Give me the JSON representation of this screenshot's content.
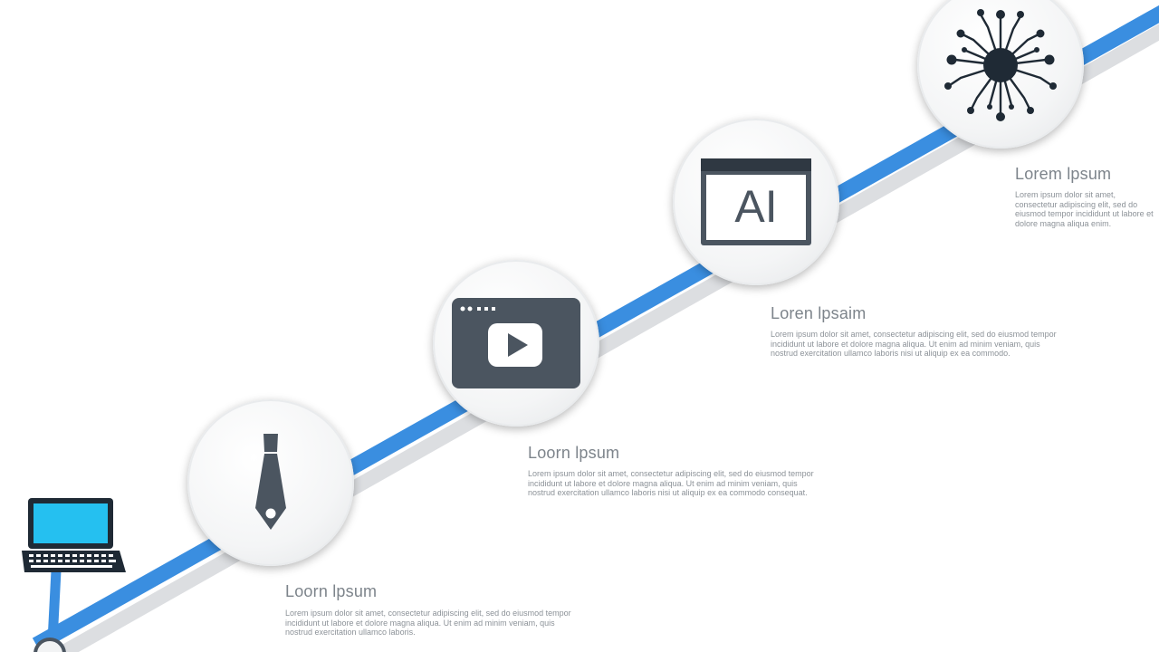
{
  "colors": {
    "line": "#3a8ee0",
    "line_light": "#d8dadd",
    "icon_dark": "#4b5560",
    "laptop_screen": "#25c0f0",
    "text": "#7d848b"
  },
  "milestones": [
    {
      "icon": "tie-icon",
      "title": "Loorn lpsum",
      "text": "Lorem ipsum dolor sit amet, consectetur adipiscing elit, sed do eiusmod tempor incididunt ut labore et dolore magna aliqua. Ut enim ad minim veniam, quis nostrud exercitation ullamco laboris."
    },
    {
      "icon": "video-player-icon",
      "title": "Loorn lpsum",
      "text": "Lorem ipsum dolor sit amet, consectetur adipiscing elit, sed do eiusmod tempor incididunt ut labore et dolore magna aliqua. Ut enim ad minim veniam, quis nostrud exercitation ullamco laboris nisi ut aliquip ex ea commodo consequat."
    },
    {
      "icon": "ai-window-icon",
      "title": "Loren lpsaim",
      "text": "Lorem ipsum dolor sit amet, consectetur adipiscing elit, sed do eiusmod tempor incididunt ut labore et dolore magna aliqua. Ut enim ad minim veniam, quis nostrud exercitation ullamco laboris nisi ut aliquip ex ea commodo."
    },
    {
      "icon": "neural-circuit-icon",
      "title": "Lorem lpsum",
      "text": "Lorem ipsum dolor sit amet, consectetur adipiscing elit, sed do eiusmod tempor incididunt ut labore et dolore magna aliqua enim."
    }
  ],
  "ai_label": "AI"
}
